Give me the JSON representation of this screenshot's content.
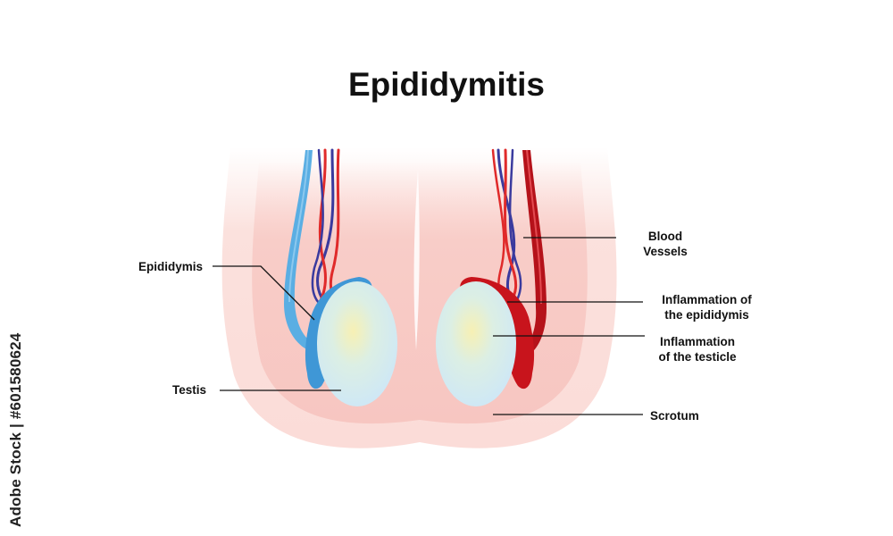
{
  "title": "Epididymitis",
  "labels": {
    "epididymis": "Epididymis",
    "testis": "Testis",
    "blood_vessels": [
      "Blood",
      "Vessels"
    ],
    "inflammation_epididymis": [
      "Inflammation of",
      "the epididymis"
    ],
    "inflammation_testicle": [
      "Inflammation",
      "of the testicle"
    ],
    "scrotum": "Scrotum"
  },
  "stock_id": "Adobe Stock | #601580624",
  "colors": {
    "scrotum": "#f9d3cf",
    "healthy_epididymis": "#3f97d6",
    "inflamed_epididymis": "#c8141c",
    "testis": "#d3ecf6",
    "artery": "#e02a2a",
    "vein": "#3a3a9e"
  }
}
